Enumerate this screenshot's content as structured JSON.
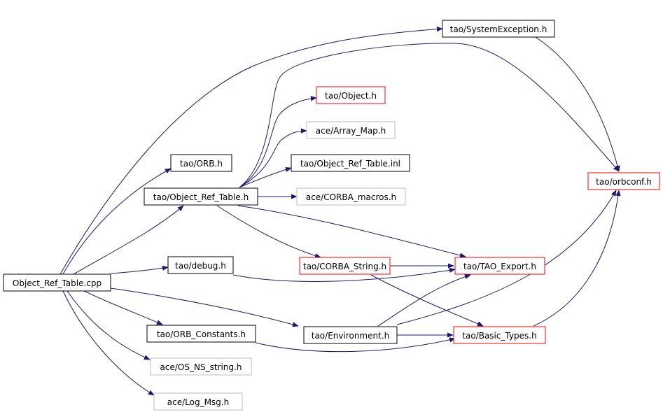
{
  "colors": {
    "root_fill": "#bfbfbf",
    "documented_border": "#000000",
    "truncated_border": "#ff0000",
    "external_border": "#bfbfbf",
    "edge": "#191970"
  },
  "nodes": {
    "root": {
      "label": "Object_Ref_Table.cpp",
      "kind": "root"
    },
    "system_exception": {
      "label": "tao/SystemException.h",
      "kind": "documented"
    },
    "object": {
      "label": "tao/Object.h",
      "kind": "truncated"
    },
    "array_map": {
      "label": "ace/Array_Map.h",
      "kind": "external"
    },
    "object_ref_table_inl": {
      "label": "tao/Object_Ref_Table.inl",
      "kind": "documented"
    },
    "orb": {
      "label": "tao/ORB.h",
      "kind": "documented"
    },
    "object_ref_table_h": {
      "label": "tao/Object_Ref_Table.h",
      "kind": "documented"
    },
    "corba_macros": {
      "label": "ace/CORBA_macros.h",
      "kind": "external"
    },
    "orbconf": {
      "label": "tao/orbconf.h",
      "kind": "truncated"
    },
    "debug": {
      "label": "tao/debug.h",
      "kind": "documented"
    },
    "corba_string": {
      "label": "tao/CORBA_String.h",
      "kind": "truncated"
    },
    "tao_export": {
      "label": "tao/TAO_Export.h",
      "kind": "truncated"
    },
    "orb_constants": {
      "label": "tao/ORB_Constants.h",
      "kind": "documented"
    },
    "environment": {
      "label": "tao/Environment.h",
      "kind": "documented"
    },
    "basic_types": {
      "label": "tao/Basic_Types.h",
      "kind": "truncated"
    },
    "os_ns_string": {
      "label": "ace/OS_NS_string.h",
      "kind": "external"
    },
    "log_msg": {
      "label": "ace/Log_Msg.h",
      "kind": "external"
    }
  }
}
